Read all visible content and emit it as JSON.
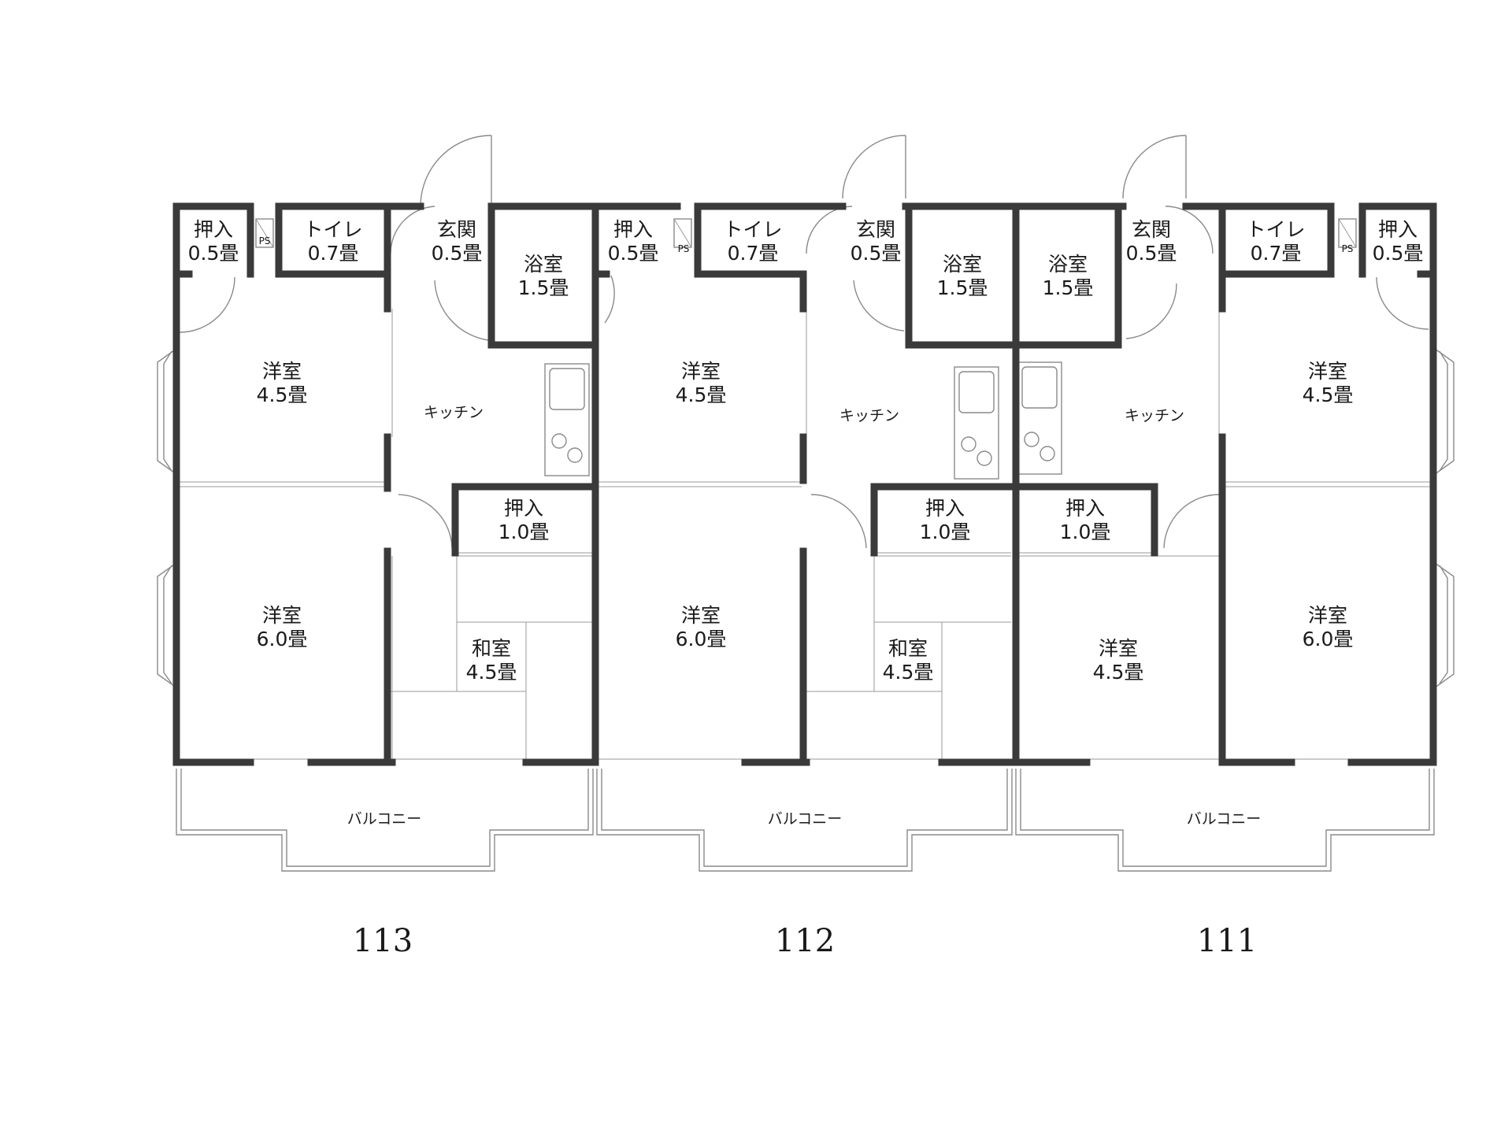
{
  "units": [
    {
      "number": "113",
      "rooms": [
        {
          "name": "押入",
          "size": "0.5畳"
        },
        {
          "name": "トイレ",
          "size": "0.7畳"
        },
        {
          "name": "玄関",
          "size": "0.5畳"
        },
        {
          "name": "浴室",
          "size": "1.5畳"
        },
        {
          "name": "洋室",
          "size": "4.5畳"
        },
        {
          "name": "洋室",
          "size": "6.0畳"
        },
        {
          "name": "押入",
          "size": "1.0畳"
        },
        {
          "name": "和室",
          "size": "4.5畳"
        }
      ],
      "kitchen": "キッチン",
      "balcony": "バルコニー",
      "ps": "PS"
    },
    {
      "number": "112",
      "rooms": [
        {
          "name": "押入",
          "size": "0.5畳"
        },
        {
          "name": "トイレ",
          "size": "0.7畳"
        },
        {
          "name": "玄関",
          "size": "0.5畳"
        },
        {
          "name": "浴室",
          "size": "1.5畳"
        },
        {
          "name": "洋室",
          "size": "4.5畳"
        },
        {
          "name": "洋室",
          "size": "6.0畳"
        },
        {
          "name": "押入",
          "size": "1.0畳"
        },
        {
          "name": "和室",
          "size": "4.5畳"
        }
      ],
      "kitchen": "キッチン",
      "balcony": "バルコニー",
      "ps": "PS"
    },
    {
      "number": "111",
      "rooms": [
        {
          "name": "玄関",
          "size": "0.5畳"
        },
        {
          "name": "トイレ",
          "size": "0.7畳"
        },
        {
          "name": "押入",
          "size": "0.5畳"
        },
        {
          "name": "浴室",
          "size": "1.5畳"
        },
        {
          "name": "洋室",
          "size": "4.5畳"
        },
        {
          "name": "洋室",
          "size": "6.0畳"
        },
        {
          "name": "押入",
          "size": "1.0畳"
        },
        {
          "name": "洋室",
          "size": "4.5畳"
        }
      ],
      "kitchen": "キッチン",
      "balcony": "バルコニー",
      "ps": "PS"
    }
  ]
}
